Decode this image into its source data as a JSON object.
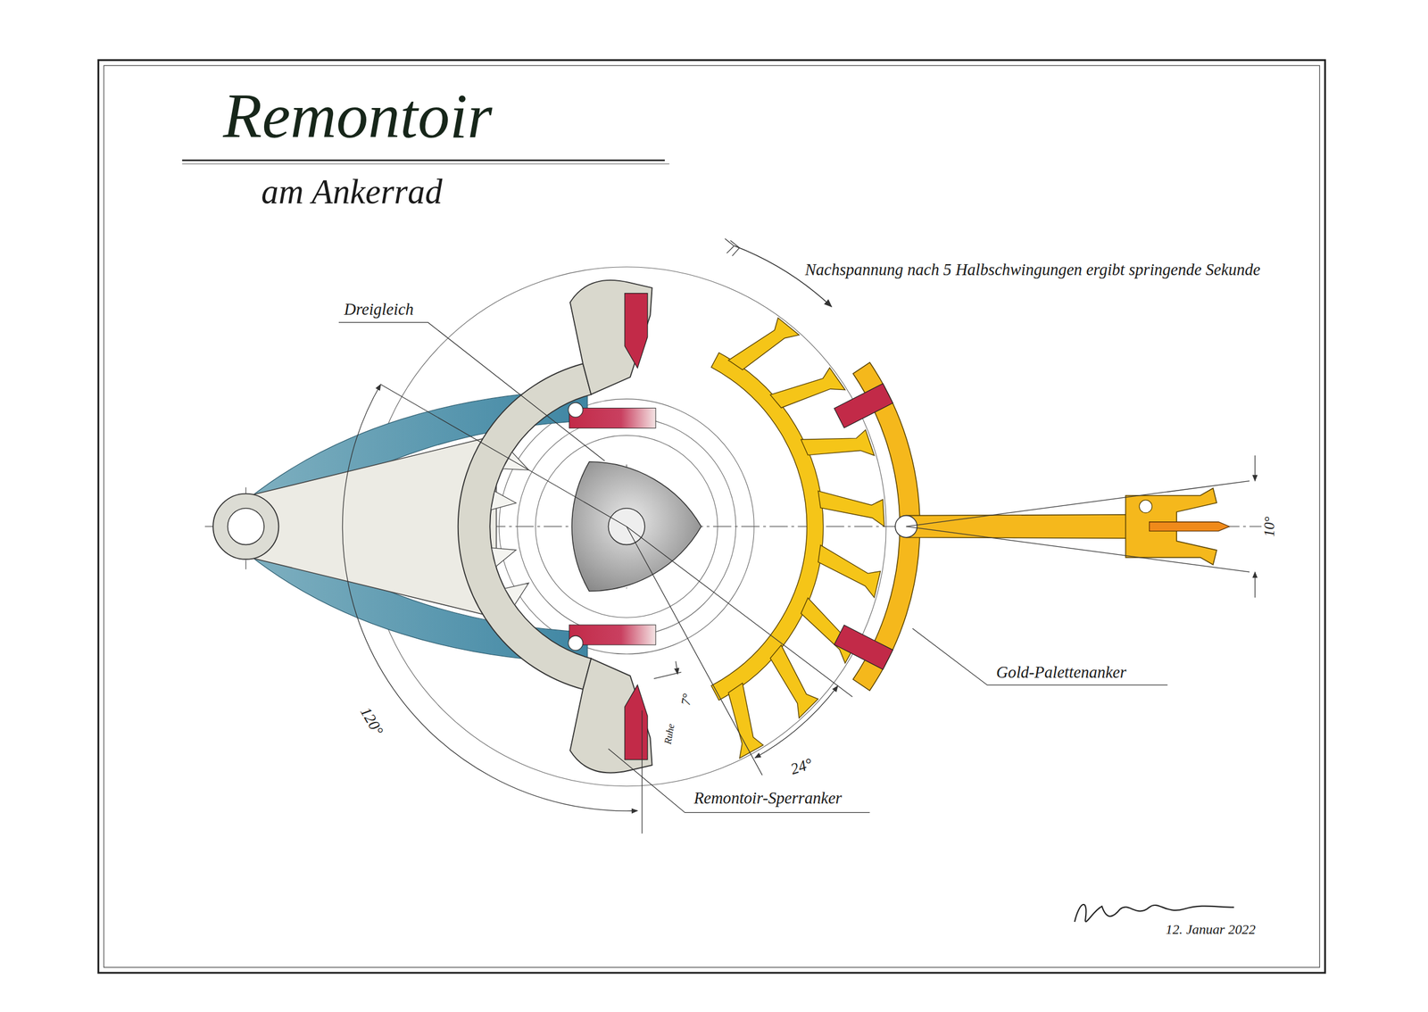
{
  "diagram": {
    "title": "Remontoir",
    "labels": [
      "am Ankerrad",
      "Nachspannung nach 5 Halbschwingungen ergibt springende Sekunde",
      "Dreigleich",
      "120°",
      "7°",
      "Ruhe",
      "24°",
      "10°",
      "Gold-Palettenanker",
      "Remontoir-Sperranker",
      "12. Januar 2022"
    ]
  }
}
